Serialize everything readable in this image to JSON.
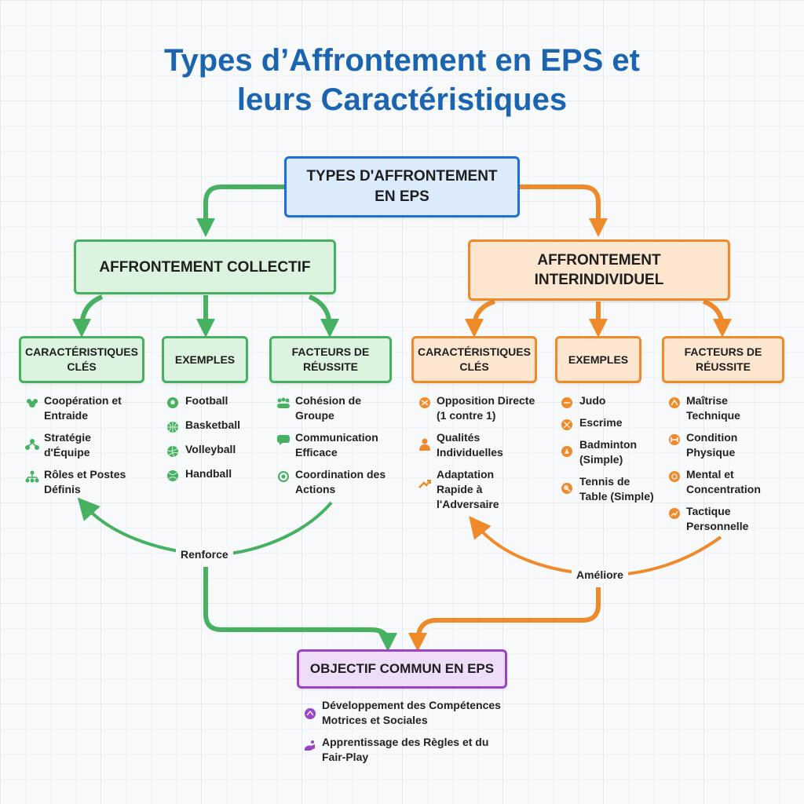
{
  "title": {
    "line1": "Types d’Affrontement en EPS et",
    "line2": "leurs Caractéristiques"
  },
  "root": {
    "line1": "TYPES D'AFFRONTEMENT",
    "line2": "EN EPS"
  },
  "collective": {
    "title": "AFFRONTEMENT COLLECTIF",
    "caracteristiques": {
      "header_line1": "CARACTÉRISTIQUES",
      "header_line2": "CLÉS",
      "items": [
        {
          "line1": "Coopération et",
          "line2": "Entraide",
          "icon": "team-icon"
        },
        {
          "line1": "Stratégie",
          "line2": "d'Équipe",
          "icon": "strategy-icon"
        },
        {
          "line1": "Rôles et Postes",
          "line2": "Définis",
          "icon": "roles-icon"
        }
      ]
    },
    "exemples": {
      "header": "EXEMPLES",
      "items": [
        {
          "label": "Football",
          "icon": "football-icon"
        },
        {
          "label": "Basketball",
          "icon": "basketball-icon"
        },
        {
          "label": "Volleyball",
          "icon": "volleyball-icon"
        },
        {
          "label": "Handball",
          "icon": "handball-icon"
        }
      ]
    },
    "facteurs": {
      "header_line1": "FACTEURS DE",
      "header_line2": "RÉUSSITE",
      "items": [
        {
          "line1": "Cohésion de",
          "line2": "Groupe",
          "icon": "group-icon"
        },
        {
          "line1": "Communication",
          "line2": "Efficace",
          "icon": "chat-icon"
        },
        {
          "line1": "Coordination des",
          "line2": "Actions",
          "icon": "coordination-icon"
        }
      ]
    },
    "loop_label": "Renforce"
  },
  "individual": {
    "title_line1": "AFFRONTEMENT",
    "title_line2": "INTERINDIVIDUEL",
    "caracteristiques": {
      "header_line1": "CARACTÉRISTIQUES",
      "header_line2": "CLÉS",
      "items": [
        {
          "line1": "Opposition Directe",
          "line2": "(1 contre 1)",
          "icon": "versus-icon"
        },
        {
          "line1": "Qualités",
          "line2": "Individuelles",
          "icon": "person-icon"
        },
        {
          "line1": "Adaptation",
          "line2": "Rapide à",
          "line3": "l'Adversaire",
          "icon": "adapt-icon"
        }
      ]
    },
    "exemples": {
      "header": "EXEMPLES",
      "items": [
        {
          "line1": "Judo",
          "icon": "judo-icon"
        },
        {
          "line1": "Escrime",
          "icon": "fencing-icon"
        },
        {
          "line1": "Badminton",
          "line2": "(Simple)",
          "icon": "badminton-icon"
        },
        {
          "line1": "Tennis de",
          "line2": "Table (Simple)",
          "icon": "table-tennis-icon"
        }
      ]
    },
    "facteurs": {
      "header_line1": "FACTEURS DE",
      "header_line2": "RÉUSSITE",
      "items": [
        {
          "line1": "Maîtrise",
          "line2": "Technique",
          "icon": "technique-icon"
        },
        {
          "line1": "Condition",
          "line2": "Physique",
          "icon": "fitness-icon"
        },
        {
          "line1": "Mental et",
          "line2": "Concentration",
          "icon": "mind-icon"
        },
        {
          "line1": "Tactique",
          "line2": "Personnelle",
          "icon": "tactic-icon"
        }
      ]
    },
    "loop_label": "Améliore"
  },
  "objectif": {
    "title": "OBJECTIF COMMUN EN EPS",
    "items": [
      {
        "line1": "Développement des Compétences",
        "line2": "Motrices et Sociales",
        "icon": "development-icon"
      },
      {
        "line1": "Apprentissage des Règles et du",
        "line2": "Fair-Play",
        "icon": "fair-play-icon"
      }
    ]
  },
  "colors": {
    "root": "#1f6fd0",
    "collective": "#46b160",
    "individual": "#ef8a2a",
    "objectif": "#9a44c4",
    "title": "#1a64b0"
  }
}
